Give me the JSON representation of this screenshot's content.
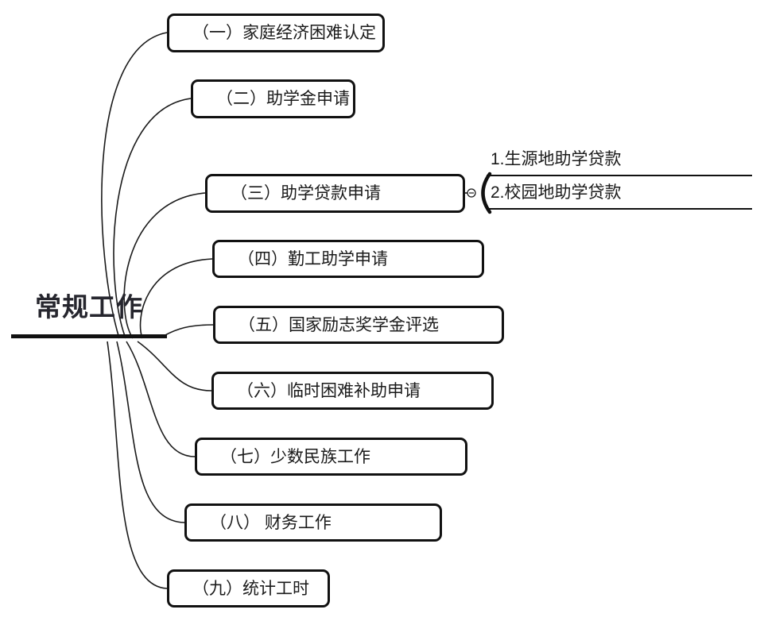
{
  "root": {
    "label": "常规工作"
  },
  "branches": [
    {
      "label": "（一）家庭经济困难认定"
    },
    {
      "label": "（二）助学金申请"
    },
    {
      "label": "（三）助学贷款申请",
      "children": [
        {
          "label": "1.生源地助学贷款"
        },
        {
          "label": "2.校园地助学贷款"
        }
      ],
      "collapse_icon": "minus-circle"
    },
    {
      "label": "（四）勤工助学申请"
    },
    {
      "label": "（五）国家励志奖学金评选"
    },
    {
      "label": "（六）临时困难补助申请"
    },
    {
      "label": "（七）少数民族工作"
    },
    {
      "label": "（八） 财务工作"
    },
    {
      "label": "（九）统计工时"
    }
  ],
  "colors": {
    "background": "#ffffff",
    "line": "#1a1a1a",
    "border": "#111111",
    "text": "#1a1a1a",
    "root_text": "#26262e"
  }
}
